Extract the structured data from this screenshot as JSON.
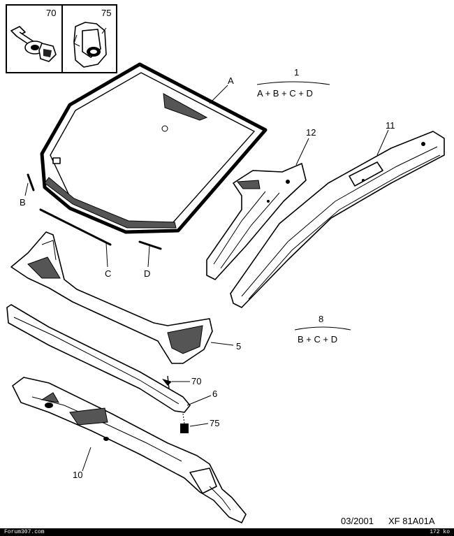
{
  "legend_box": {
    "items": [
      {
        "ref": "70",
        "icon": "bolt-with-washer-icon"
      },
      {
        "ref": "75",
        "icon": "clip-fastener-icon"
      }
    ]
  },
  "formulas": [
    {
      "number": "1",
      "expression": "A + B + C + D"
    },
    {
      "number": "8",
      "expression": "B + C + D"
    }
  ],
  "labels": {
    "A": "A",
    "B": "B",
    "C": "C",
    "D": "D",
    "p5": "5",
    "p6": "6",
    "p10": "10",
    "p11": "11",
    "p12": "12",
    "p70": "70",
    "p75": "75"
  },
  "footer": {
    "date": "03/2001",
    "reference": "XF 81A01A",
    "site": "Forum307.com",
    "size": "172 ko"
  }
}
